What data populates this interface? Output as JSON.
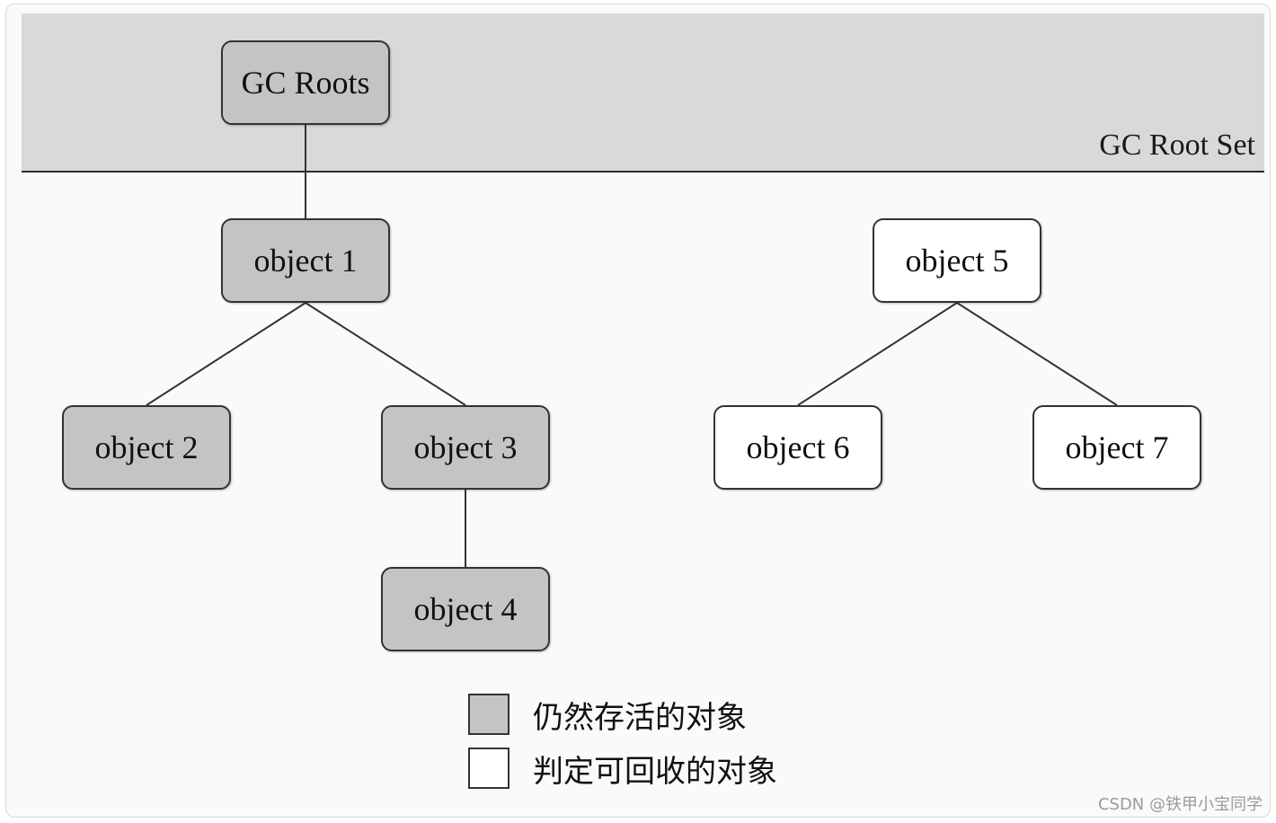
{
  "diagram": {
    "root_set_label": "GC Root Set",
    "nodes": {
      "gc_roots": "GC Roots",
      "obj1": "object 1",
      "obj2": "object 2",
      "obj3": "object 3",
      "obj4": "object 4",
      "obj5": "object 5",
      "obj6": "object 6",
      "obj7": "object 7"
    },
    "edges": [
      [
        "gc_roots",
        "obj1"
      ],
      [
        "obj1",
        "obj2"
      ],
      [
        "obj1",
        "obj3"
      ],
      [
        "obj3",
        "obj4"
      ],
      [
        "obj5",
        "obj6"
      ],
      [
        "obj5",
        "obj7"
      ]
    ]
  },
  "legend": {
    "alive_label": "仍然存活的对象",
    "dead_label": "判定可回收的对象"
  },
  "colors": {
    "alive_fill": "#c4c4c4",
    "dead_fill": "#ffffff",
    "root_band": "#d9d9d9",
    "stroke": "#333333"
  },
  "watermark": "CSDN @铁甲小宝同学"
}
